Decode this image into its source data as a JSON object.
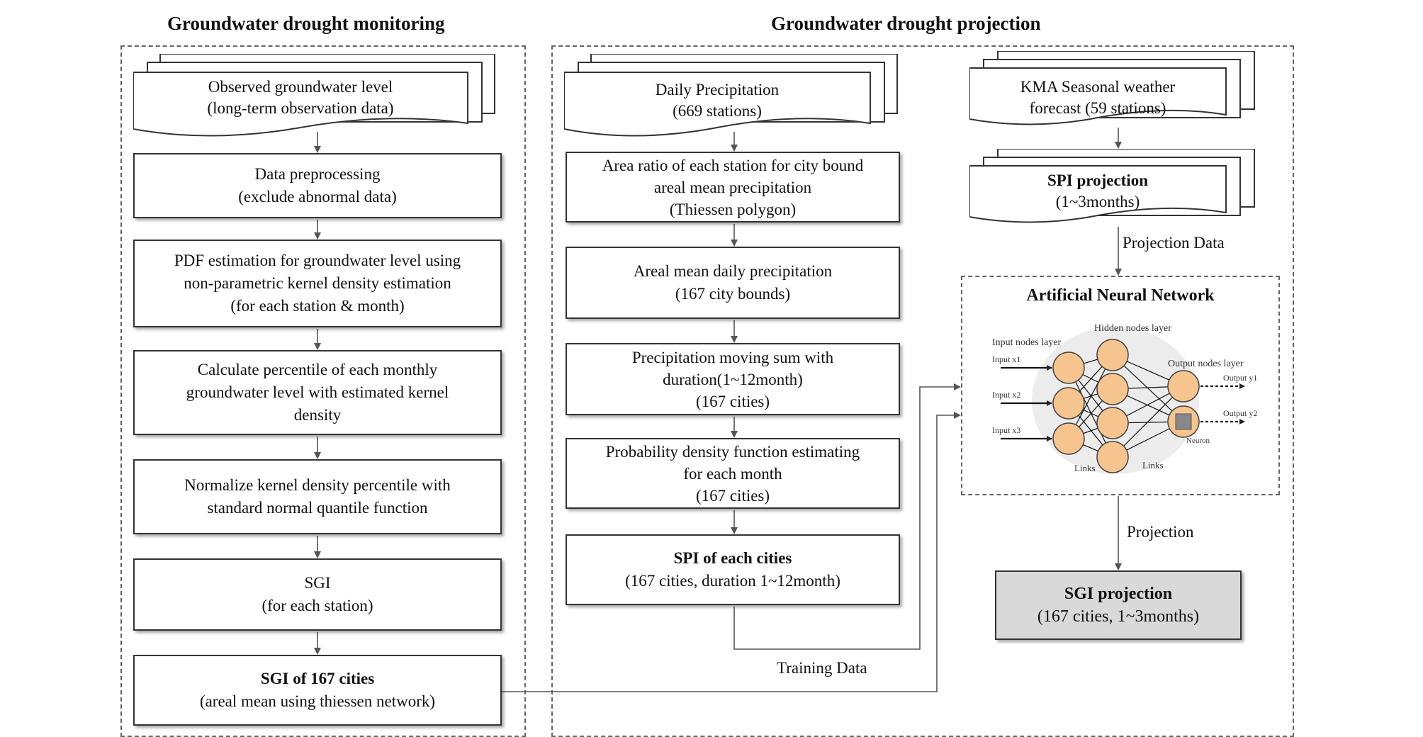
{
  "left_panel": {
    "title": "Groundwater drought monitoring",
    "doc": {
      "line1": "Observed groundwater level",
      "line2": "(long-term observation data)"
    },
    "boxes": [
      {
        "line1": "Data preprocessing",
        "line2": "(exclude abnormal data)"
      },
      {
        "line1": "PDF estimation for groundwater level using",
        "line2": "non-parametric kernel density estimation",
        "line3": "(for each station & month)"
      },
      {
        "line1": "Calculate percentile of each monthly",
        "line2": "groundwater level with estimated kernel",
        "line3": "density"
      },
      {
        "line1": "Normalize kernel density percentile with",
        "line2": "standard normal quantile function"
      },
      {
        "line1": "SGI",
        "line2": "(for each station)"
      },
      {
        "line1": "SGI of 167 cities",
        "line2": "(areal mean using thiessen network)"
      }
    ]
  },
  "right_panel": {
    "title": "Groundwater drought projection",
    "doc_precip": {
      "line1": "Daily Precipitation",
      "line2": "(669 stations)"
    },
    "boxes": [
      {
        "line1": "Area ratio of each station for city bound",
        "line2": "areal mean precipitation",
        "line3": "(Thiessen polygon)"
      },
      {
        "line1": "Areal mean daily precipitation",
        "line2": "(167 city bounds)"
      },
      {
        "line1": "Precipitation moving sum with",
        "line2": "duration(1~12month)",
        "line3": "(167 cities)"
      },
      {
        "line1": "Probability density function estimating",
        "line2": "for each month",
        "line3": "(167 cities)"
      },
      {
        "line1": "SPI of each cities",
        "line2": "(167 cities, duration 1~12month)"
      }
    ],
    "doc_kma": {
      "line1": "KMA Seasonal weather",
      "line2": "forecast (59 stations)"
    },
    "doc_spi": {
      "line1": "SPI projection",
      "line2": "(1~3months)"
    },
    "ann": {
      "title": "Artificial Neural Network",
      "input_layer": "Input nodes layer",
      "hidden_layer": "Hidden nodes layer",
      "output_layer": "Output nodes layer",
      "inputs": [
        "Input x1",
        "Input x2",
        "Input x3"
      ],
      "outputs": [
        "Output y1",
        "Output y2"
      ],
      "links": "Links",
      "neuron": "Neuron"
    },
    "sgi_projection": {
      "line1": "SGI projection",
      "line2": "(167 cities, 1~3months)"
    },
    "labels": {
      "projection_data": "Projection Data",
      "projection": "Projection",
      "training_data": "Training Data"
    }
  },
  "colors": {
    "node_fill": "#f6c48f",
    "node_stroke": "#444444",
    "result_fill": "#d9d9d9"
  }
}
